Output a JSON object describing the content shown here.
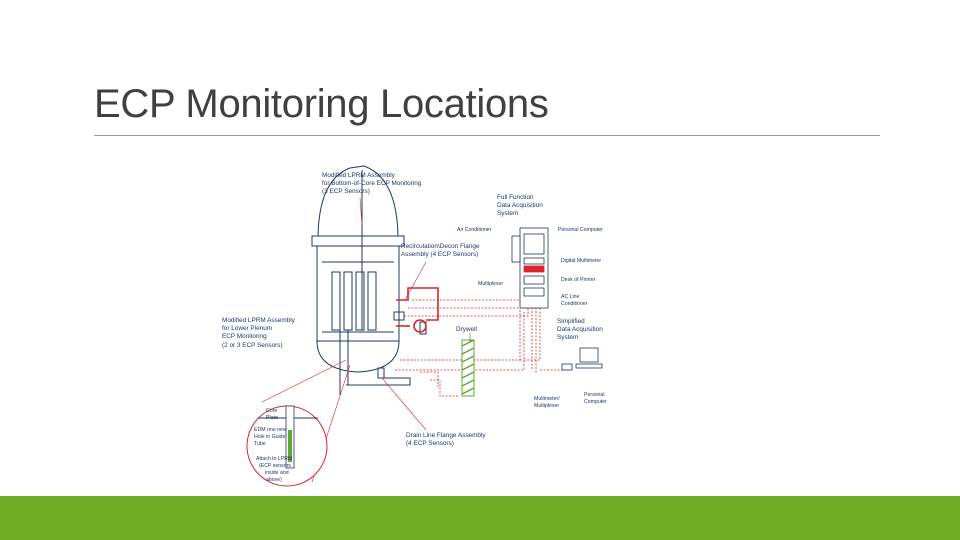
{
  "title": "ECP Monitoring Locations",
  "colors": {
    "accent_green": "#70ad25",
    "diagram_red": "#d9262b",
    "label_blue": "#1f3864"
  },
  "diagram": {
    "labels": {
      "lprm_bottom_core": [
        "Modified LPRM Assembly",
        "for Bottom-of-Core ECP Monitoring",
        "(3 ECP Sensors)"
      ],
      "full_function_das": [
        "Full Function",
        "Data Acquisition",
        "System"
      ],
      "air_conditioner": "Air Conditioner",
      "personal_computer_top": "Personal Computer",
      "recirc_flange": [
        "Recirculation\\Decon Flange",
        "Assembly (4 ECP Sensors)"
      ],
      "digital_multimeter": "Digital Multimeter",
      "desk_printer": "Desk of Printer",
      "multiplexer": "Multiplexer",
      "ac_line_conditioner": [
        "AC Line",
        "Conditioner"
      ],
      "lprm_lower_plenum": [
        "Modified LPRM Assembly",
        "for Lower Plenum",
        "ECP Monitoring",
        "(2 or 3 ECP Sensors)"
      ],
      "drywell": "Drywell",
      "simplified_das": [
        "Simplified",
        "Data Acquisition",
        "System"
      ],
      "multimeter_multiplexer": [
        "Multimeter/",
        "Multiplexer"
      ],
      "personal_computer_bottom": [
        "Personal",
        "Computer"
      ],
      "core_plate": [
        "Core",
        "Plate"
      ],
      "edm_hole": [
        "EDM one new",
        "Hole in Guide",
        "Tube"
      ],
      "attached_lprm": [
        "Attach to LPRM",
        "(ECP sensors",
        "inside and",
        "above)"
      ],
      "drain_line": [
        "Drain Line Flange Assembly",
        "(4 ECP Sensors)"
      ]
    }
  }
}
